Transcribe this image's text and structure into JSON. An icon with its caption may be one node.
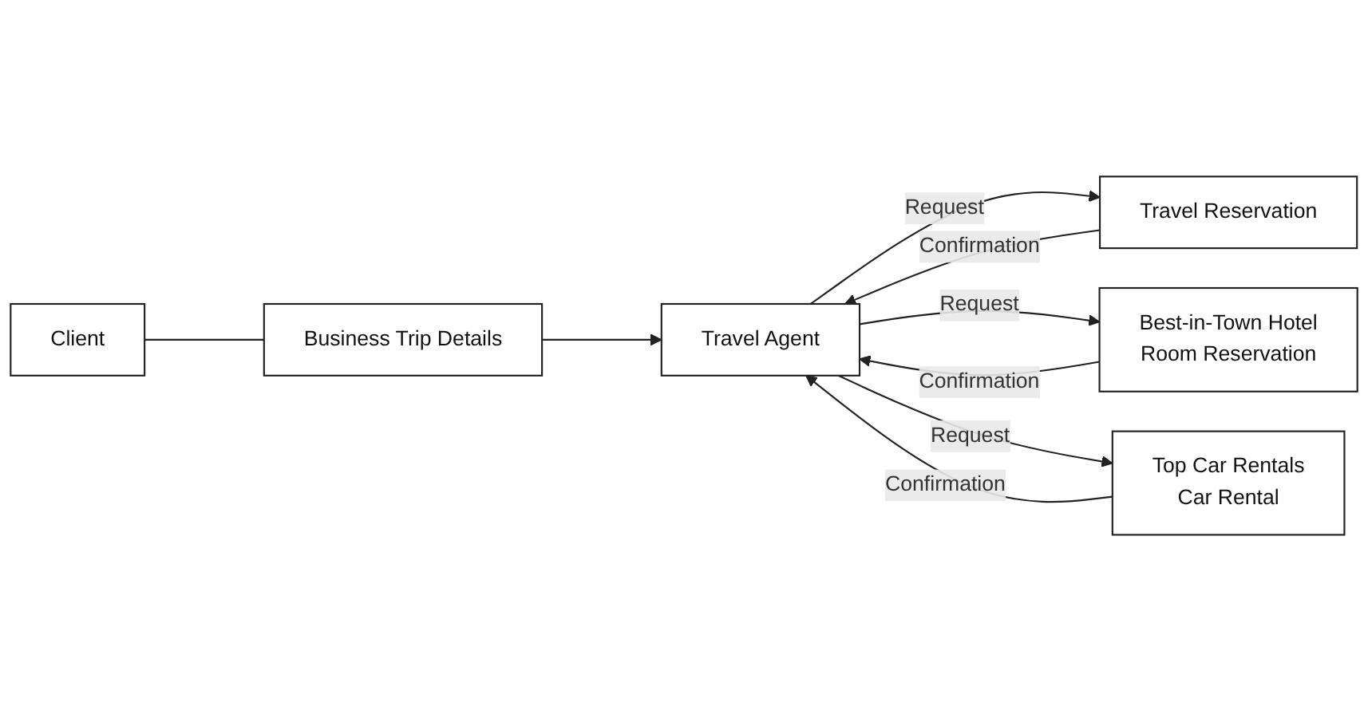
{
  "diagram": {
    "nodes": [
      {
        "text": [
          "Client"
        ]
      },
      {
        "text": [
          "Business Trip Details"
        ]
      },
      {
        "text": [
          "Travel Agent"
        ]
      },
      {
        "text": [
          "Travel Reservation"
        ]
      },
      {
        "text": [
          "Best-in-Town Hotel",
          "Room Reservation"
        ]
      },
      {
        "text": [
          "Top Car Rentals",
          "Car Rental"
        ]
      }
    ],
    "edges": [
      {
        "from": 0,
        "to": 1,
        "arrow": "none"
      },
      {
        "from": 1,
        "to": 2,
        "arrow": "to"
      },
      {
        "from": 2,
        "to": 3,
        "arrow": "to",
        "label": "Request"
      },
      {
        "from": 3,
        "to": 2,
        "arrow": "to",
        "label": "Confirmation"
      },
      {
        "from": 2,
        "to": 4,
        "arrow": "to",
        "label": "Request"
      },
      {
        "from": 4,
        "to": 2,
        "arrow": "to",
        "label": "Confirmation"
      },
      {
        "from": 2,
        "to": 5,
        "arrow": "to",
        "label": "Request"
      },
      {
        "from": 5,
        "to": 2,
        "arrow": "to",
        "label": "Confirmation"
      }
    ]
  }
}
